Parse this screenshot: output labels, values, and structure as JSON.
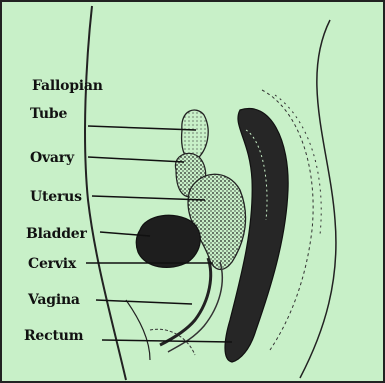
{
  "labels": {
    "fallopian": "Fallopian",
    "tube": "Tube",
    "ovary": "Ovary",
    "uterus": "Uterus",
    "bladder": "Bladder",
    "cervix": "Cervix",
    "vagina": "Vagina",
    "rectum": "Rectum"
  },
  "colors": {
    "background": "#c8f0c8",
    "ink": "#111111",
    "tissue": "#2a2a2a"
  }
}
